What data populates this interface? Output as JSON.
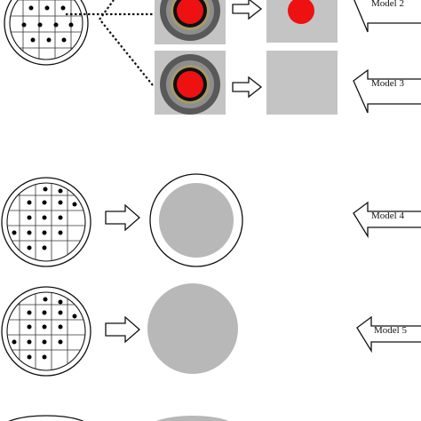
{
  "colors": {
    "tissue_gray": "#b8b8b8",
    "panel_gray": "#c4c4c4",
    "ring_dark": "#595959",
    "ring_mid": "#8e8e8e",
    "ring_olive": "#a59a6a",
    "core_red": "#ee1111",
    "outline": "#111111"
  },
  "labels": {
    "model2": "Model 2",
    "model3": "Model 3",
    "model4": "Model 4",
    "model5": "Model 5"
  },
  "icons": {
    "dish": "petri-dish-grid-icon",
    "arrow": "hollow-right-arrow-icon",
    "callout": "left-pointing-callout-arrow-icon"
  }
}
